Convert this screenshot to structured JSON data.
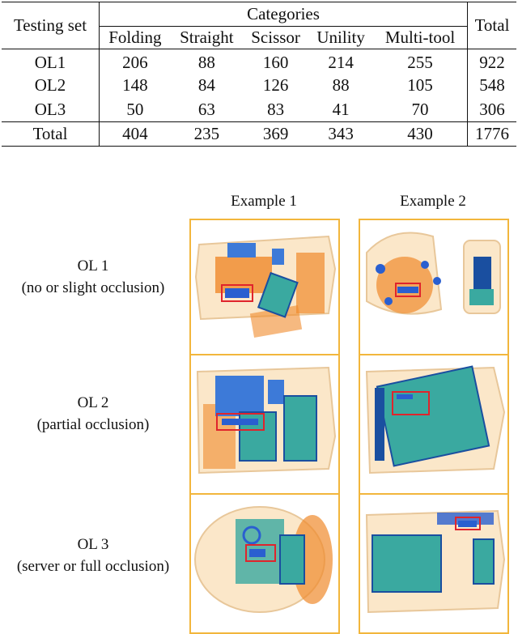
{
  "table": {
    "row_header": "Testing set",
    "group_header": "Categories",
    "total_header": "Total",
    "columns": [
      "Folding",
      "Straight",
      "Scissor",
      "Unility",
      "Multi-tool"
    ],
    "rows": [
      {
        "name": "OL1",
        "values": [
          "206",
          "88",
          "160",
          "214",
          "255"
        ],
        "total": "922"
      },
      {
        "name": "OL2",
        "values": [
          "148",
          "84",
          "126",
          "88",
          "105"
        ],
        "total": "548"
      },
      {
        "name": "OL3",
        "values": [
          "50",
          "63",
          "83",
          "41",
          "70"
        ],
        "total": "306"
      }
    ],
    "total_row": {
      "name": "Total",
      "values": [
        "404",
        "235",
        "369",
        "343",
        "430"
      ],
      "total": "1776"
    }
  },
  "figure": {
    "column_titles": [
      "Example 1",
      "Example 2"
    ],
    "row_labels": [
      {
        "title": "OL 1",
        "subtitle": "(no or slight occlusion)"
      },
      {
        "title": "OL 2",
        "subtitle": "(partial occlusion)"
      },
      {
        "title": "OL 3",
        "subtitle": "(server or full occlusion)"
      }
    ],
    "frame_color": "#f2b63c",
    "highlight_color": "#e0242c",
    "xray_colors": {
      "organic": "#f08a2c",
      "inorganic": "#3aa9a0",
      "metal": "#2a5fd0"
    }
  }
}
